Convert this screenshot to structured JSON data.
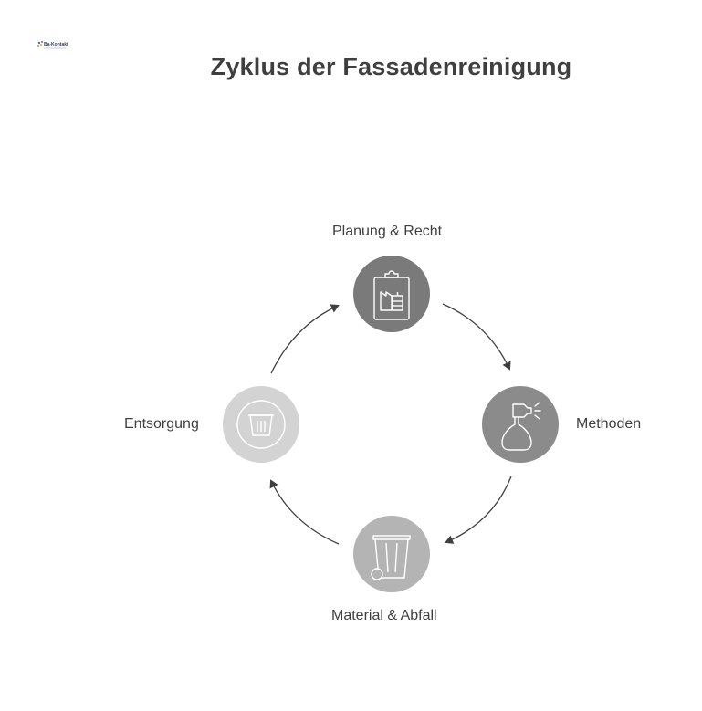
{
  "title": "Zyklus der Fassadenreinigung",
  "logo": {
    "text": "Ba-Kontakt.de"
  },
  "nodes": [
    {
      "id": "planung",
      "label": "Planung & Recht",
      "icon": "clipboard-icon",
      "color": "#7a7a7a"
    },
    {
      "id": "methoden",
      "label": "Methoden",
      "icon": "spray-bottle-icon",
      "color": "#8b8b8b"
    },
    {
      "id": "material",
      "label": "Material & Abfall",
      "icon": "wheelie-bin-icon",
      "color": "#b4b4b4"
    },
    {
      "id": "entsorgung",
      "label": "Entsorgung",
      "icon": "bucket-icon",
      "color": "#d3d3d3"
    }
  ],
  "colors": {
    "arrow": "#3f3f3f",
    "text": "#3f3f3f",
    "icon_stroke": "#ffffff"
  }
}
